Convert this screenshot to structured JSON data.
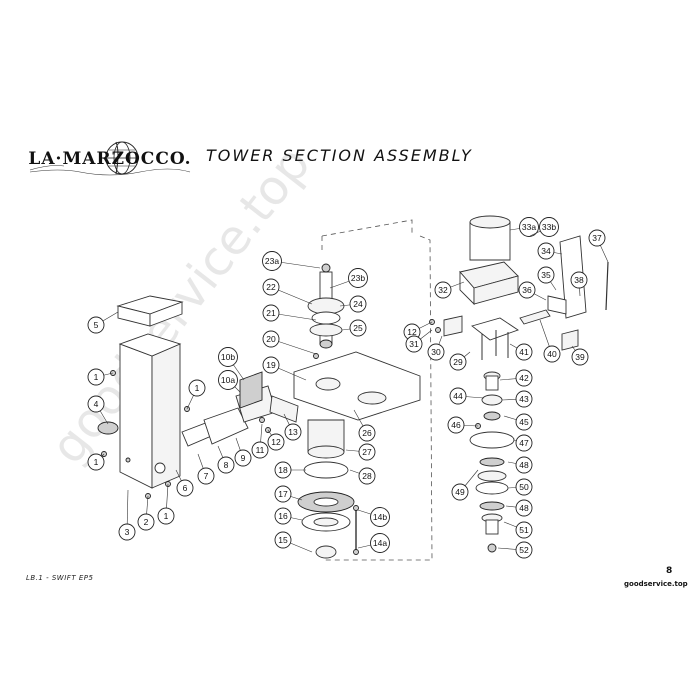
{
  "brand": {
    "logo_text": "LA·MARZOCCO."
  },
  "title": "TOWER SECTION ASSEMBLY",
  "footer": {
    "model": "LB.1 - SWIFT EP5",
    "site": "goodservice.top",
    "page": "8"
  },
  "watermark": "goodservice.top",
  "callouts": [
    "1",
    "1",
    "1",
    "1",
    "2",
    "3",
    "4",
    "5",
    "6",
    "7",
    "8",
    "9",
    "10a",
    "10b",
    "11",
    "12",
    "12",
    "13",
    "14a",
    "14b",
    "15",
    "16",
    "17",
    "18",
    "19",
    "20",
    "21",
    "22",
    "23a",
    "23b",
    "24",
    "25",
    "26",
    "27",
    "28",
    "29",
    "30",
    "31",
    "32",
    "33a",
    "33b",
    "34",
    "35",
    "36",
    "37",
    "38",
    "39",
    "40",
    "41",
    "42",
    "43",
    "44",
    "45",
    "46",
    "47",
    "48",
    "48",
    "49",
    "50",
    "51",
    "52"
  ]
}
